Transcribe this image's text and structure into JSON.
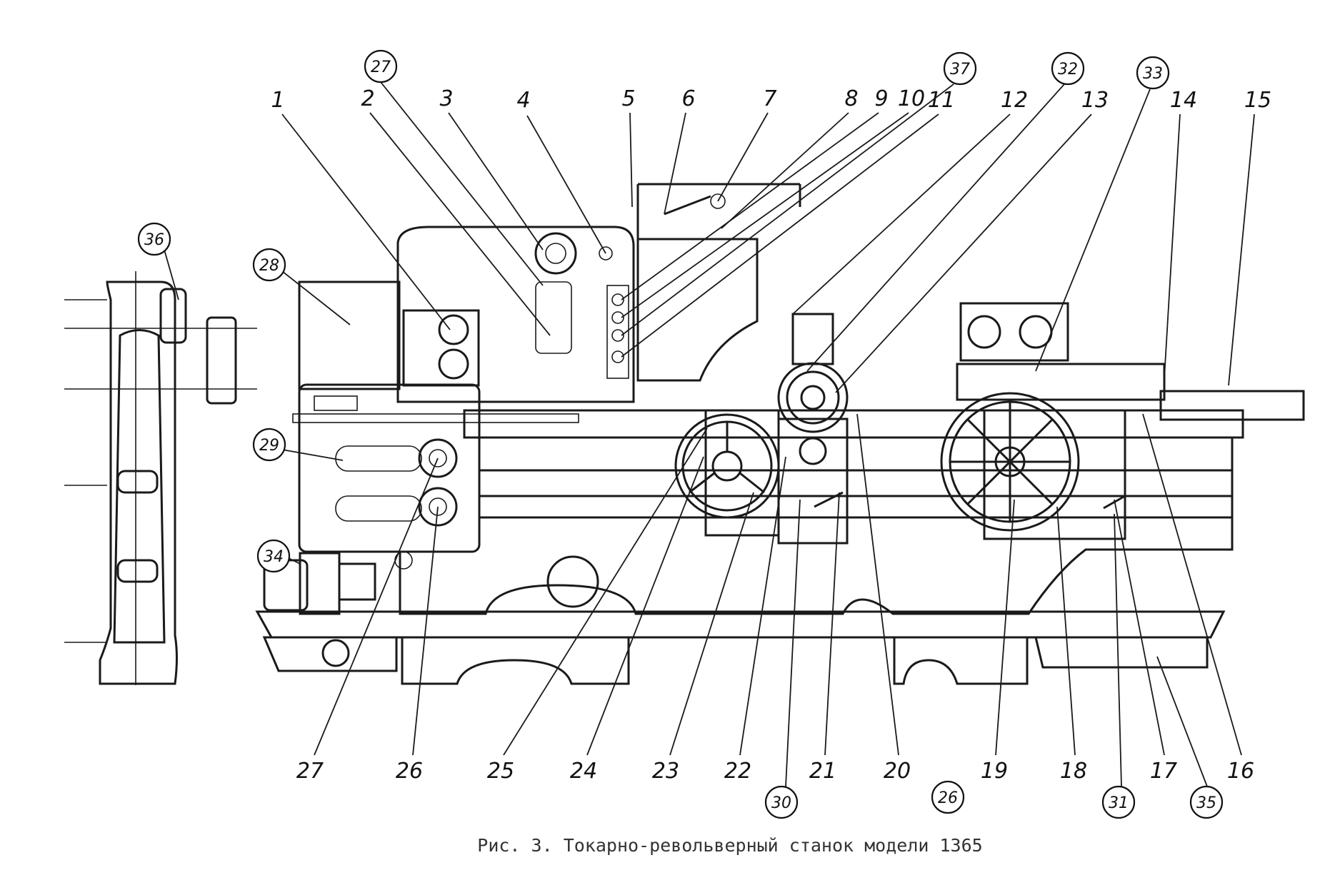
{
  "figure": {
    "caption": "Рис. 3. Токарно-револьверный станок модели 1365",
    "labels": [
      "27",
      "1",
      "2",
      "3",
      "4",
      "5",
      "6",
      "7",
      "8",
      "9",
      "10",
      "37",
      "11",
      "12",
      "32",
      "13",
      "33",
      "14",
      "15",
      "36",
      "28",
      "29",
      "34",
      "27",
      "26",
      "25",
      "24",
      "23",
      "22",
      "30",
      "21",
      "20",
      "26",
      "19",
      "18",
      "31",
      "17",
      "35",
      "16"
    ]
  }
}
